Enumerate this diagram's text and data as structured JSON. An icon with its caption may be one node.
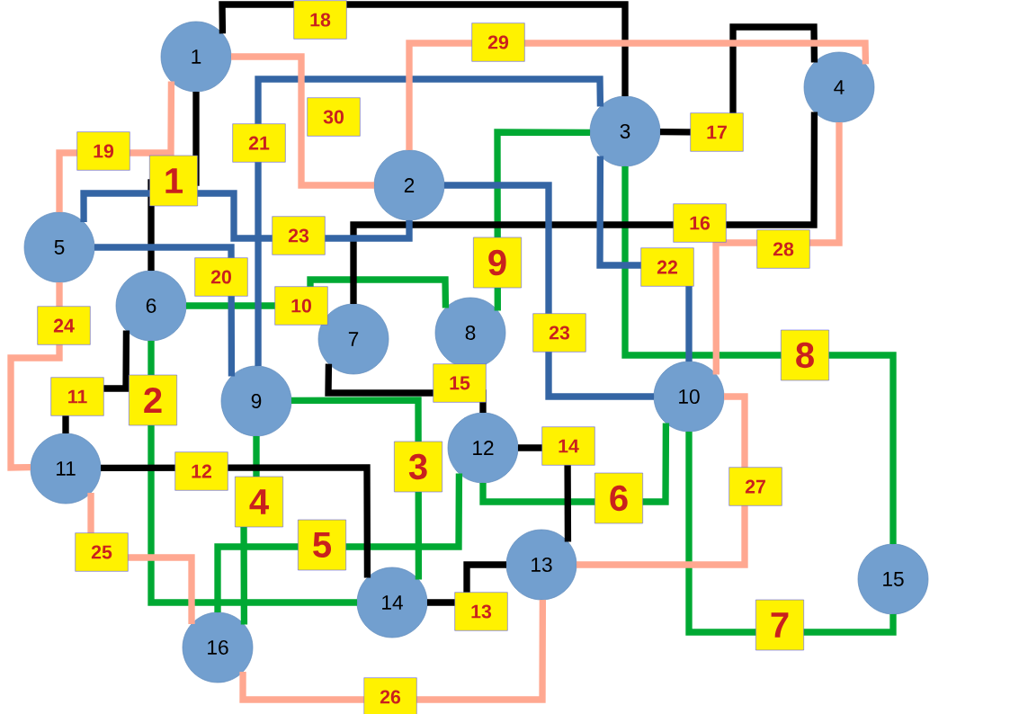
{
  "diagram": {
    "nodes": [
      {
        "text": [
          "1"
        ]
      },
      {
        "text": [
          "2"
        ]
      },
      {
        "text": [
          "3"
        ]
      },
      {
        "text": [
          "4"
        ]
      },
      {
        "text": [
          "5"
        ]
      },
      {
        "text": [
          "6"
        ]
      },
      {
        "text": [
          "7"
        ]
      },
      {
        "text": [
          "8"
        ]
      },
      {
        "text": [
          "9"
        ]
      },
      {
        "text": [
          "10"
        ]
      },
      {
        "text": [
          "11"
        ]
      },
      {
        "text": [
          "12"
        ]
      },
      {
        "text": [
          "13"
        ]
      },
      {
        "text": [
          "14"
        ]
      },
      {
        "text": [
          "15"
        ]
      },
      {
        "text": [
          "16"
        ]
      }
    ],
    "edges": [
      {
        "from": 0,
        "to": 5,
        "arrow": "none",
        "label": "1",
        "color": "#000000"
      },
      {
        "from": 5,
        "to": 13,
        "arrow": "none",
        "label": "2",
        "color": "#00a933"
      },
      {
        "from": 8,
        "to": 13,
        "arrow": "none",
        "label": "3",
        "color": "#00a933"
      },
      {
        "from": 8,
        "to": 15,
        "arrow": "none",
        "label": "4",
        "color": "#00a933"
      },
      {
        "from": 11,
        "to": 15,
        "arrow": "none",
        "label": "5",
        "color": "#00a933"
      },
      {
        "from": 9,
        "to": 11,
        "arrow": "none",
        "label": "6",
        "color": "#00a933"
      },
      {
        "from": 9,
        "to": 14,
        "arrow": "none",
        "label": "7",
        "color": "#00a933"
      },
      {
        "from": 2,
        "to": 14,
        "arrow": "none",
        "label": "8",
        "color": "#00a933"
      },
      {
        "from": 2,
        "to": 7,
        "arrow": "none",
        "label": "9",
        "color": "#00a933"
      },
      {
        "from": 5,
        "to": 7,
        "arrow": "none",
        "label": "10",
        "color": "#00a933"
      },
      {
        "from": 5,
        "to": 10,
        "arrow": "none",
        "label": "11",
        "color": "#000000"
      },
      {
        "from": 10,
        "to": 13,
        "arrow": "none",
        "label": "12",
        "color": "#000000"
      },
      {
        "from": 13,
        "to": 12,
        "arrow": "none",
        "label": "13",
        "color": "#000000"
      },
      {
        "from": 11,
        "to": 12,
        "arrow": "none",
        "label": "14",
        "color": "#000000"
      },
      {
        "from": 6,
        "to": 11,
        "arrow": "none",
        "label": "15",
        "color": "#000000"
      },
      {
        "from": 3,
        "to": 6,
        "arrow": "none",
        "label": "16",
        "color": "#000000"
      },
      {
        "from": 2,
        "to": 3,
        "arrow": "none",
        "label": "17",
        "color": "#000000"
      },
      {
        "from": 0,
        "to": 2,
        "arrow": "none",
        "label": "18",
        "color": "#000000"
      },
      {
        "from": 0,
        "to": 4,
        "arrow": "none",
        "label": "19",
        "color": "#ffa891"
      },
      {
        "from": 4,
        "to": 8,
        "arrow": "none",
        "label": "20",
        "color": "#3465a4"
      },
      {
        "from": 2,
        "to": 8,
        "arrow": "none",
        "label": "21",
        "color": "#3465a4"
      },
      {
        "from": 2,
        "to": 9,
        "arrow": "none",
        "label": "22",
        "color": "#3465a4"
      },
      {
        "from": 4,
        "to": 1,
        "arrow": "none",
        "label": "23",
        "color": "#3465a4"
      },
      {
        "from": 1,
        "to": 9,
        "arrow": "none",
        "label": "23",
        "color": "#3465a4"
      },
      {
        "from": 4,
        "to": 10,
        "arrow": "none",
        "label": "24",
        "color": "#ffa891"
      },
      {
        "from": 10,
        "to": 15,
        "arrow": "none",
        "label": "25",
        "color": "#ffa891"
      },
      {
        "from": 12,
        "to": 15,
        "arrow": "none",
        "label": "26",
        "color": "#ffa891"
      },
      {
        "from": 9,
        "to": 12,
        "arrow": "none",
        "label": "27",
        "color": "#ffa891"
      },
      {
        "from": 3,
        "to": 9,
        "arrow": "none",
        "label": "28",
        "color": "#ffa891"
      },
      {
        "from": 1,
        "to": 3,
        "arrow": "none",
        "label": "29",
        "color": "#ffa891"
      },
      {
        "from": 0,
        "to": 1,
        "arrow": "none",
        "label": "30",
        "color": "#ffa891"
      }
    ]
  }
}
